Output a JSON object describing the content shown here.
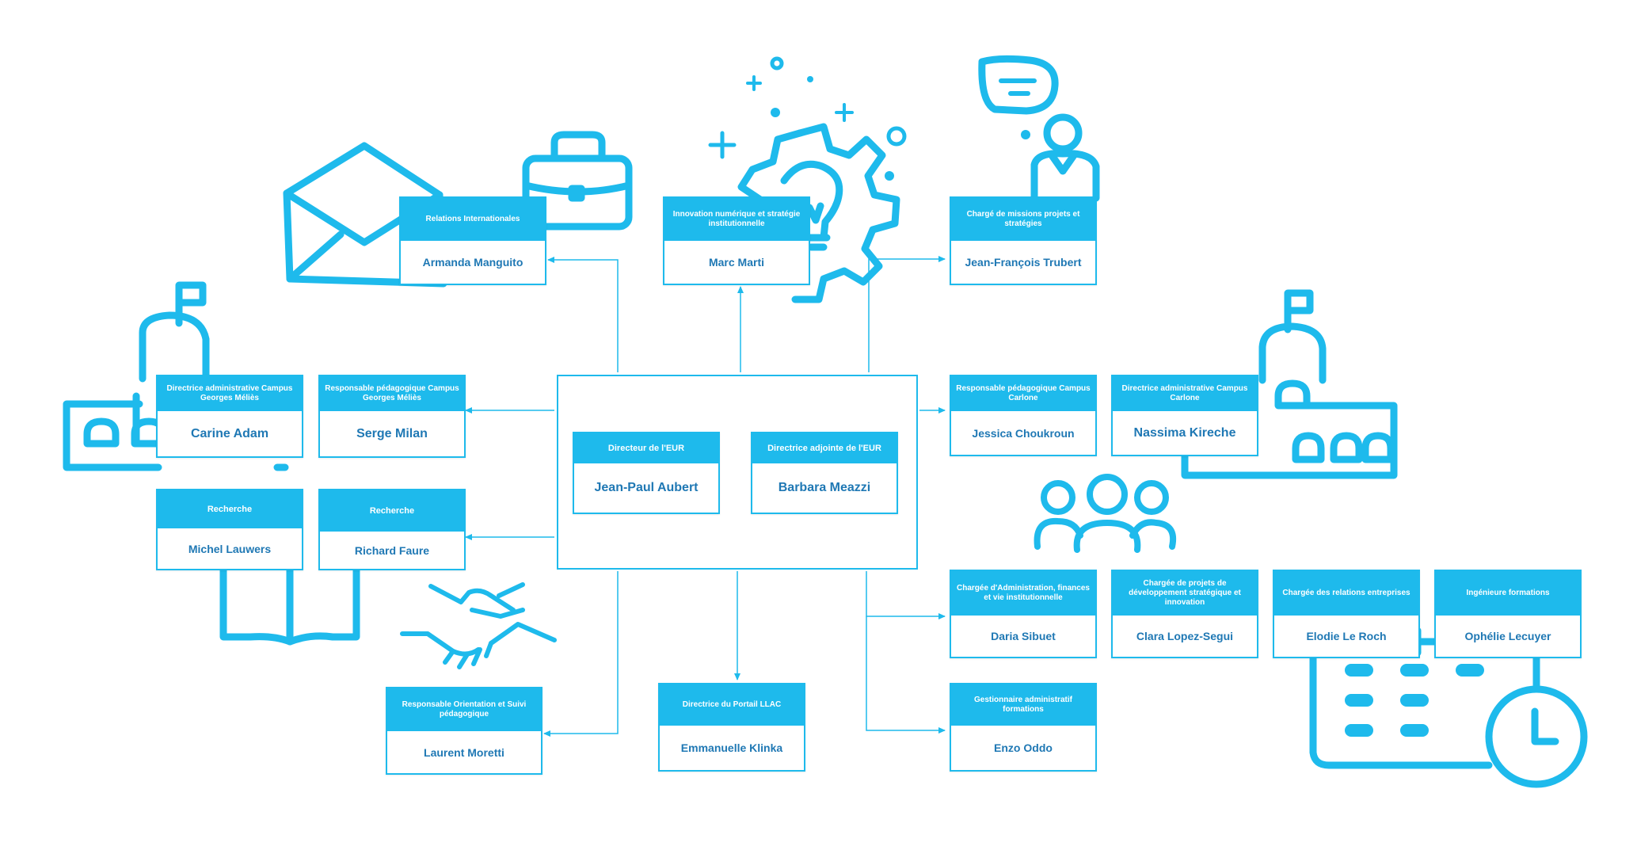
{
  "colors": {
    "accent": "#1ebaec",
    "name_text": "#1f78b4",
    "line": "#1ebaec"
  },
  "icons": [
    "envelope-icon",
    "briefcase-icon",
    "gear-lightbulb-icon",
    "chat-person-icon",
    "building-left-icon",
    "building-right-icon",
    "book-icon",
    "handshake-icon",
    "group-icon",
    "calendar-clock-icon"
  ],
  "roles": {
    "relations_internationales": {
      "title": "Relations Internationales",
      "name": "Armanda Manguito"
    },
    "innovation": {
      "title": "Innovation numérique et stratégie institutionnelle",
      "name": "Marc Marti"
    },
    "charge_missions": {
      "title": "Chargé de missions projets et stratégies",
      "name": "Jean-François Trubert"
    },
    "dir_admin_melies": {
      "title": "Directrice administrative Campus Georges Méliès",
      "name": "Carine Adam"
    },
    "resp_peda_melies": {
      "title": "Responsable pédagogique Campus Georges Méliès",
      "name": "Serge Milan"
    },
    "resp_peda_carlone": {
      "title": "Responsable pédagogique Campus Carlone",
      "name": "Jessica Choukroun"
    },
    "dir_admin_carlone": {
      "title": "Directrice administrative Campus Carlone",
      "name": "Nassima Kireche"
    },
    "directeur": {
      "title": "Directeur de l'EUR",
      "name": "Jean-Paul Aubert"
    },
    "directrice_adjointe": {
      "title": "Directrice adjointe de l'EUR",
      "name": "Barbara Meazzi"
    },
    "recherche_1": {
      "title": "Recherche",
      "name": "Michel Lauwers"
    },
    "recherche_2": {
      "title": "Recherche",
      "name": "Richard Faure"
    },
    "admin_finances": {
      "title": "Chargée d'Administration, finances et vie institutionnelle",
      "name": "Daria Sibuet"
    },
    "dev_strategique": {
      "title": "Chargée de projets de développement stratégique et innovation",
      "name": "Clara Lopez-Segui"
    },
    "relations_entreprises": {
      "title": "Chargée des relations entreprises",
      "name": "Elodie Le Roch"
    },
    "ingenieure": {
      "title": "Ingénieure formations",
      "name": "Ophélie Lecuyer"
    },
    "orientation": {
      "title": "Responsable Orientation et Suivi pédagogique",
      "name": "Laurent Moretti"
    },
    "portail": {
      "title": "Directrice du Portail LLAC",
      "name": "Emmanuelle Klinka"
    },
    "gestionnaire": {
      "title": "Gestionnaire administratif formations",
      "name": "Enzo Oddo"
    }
  }
}
